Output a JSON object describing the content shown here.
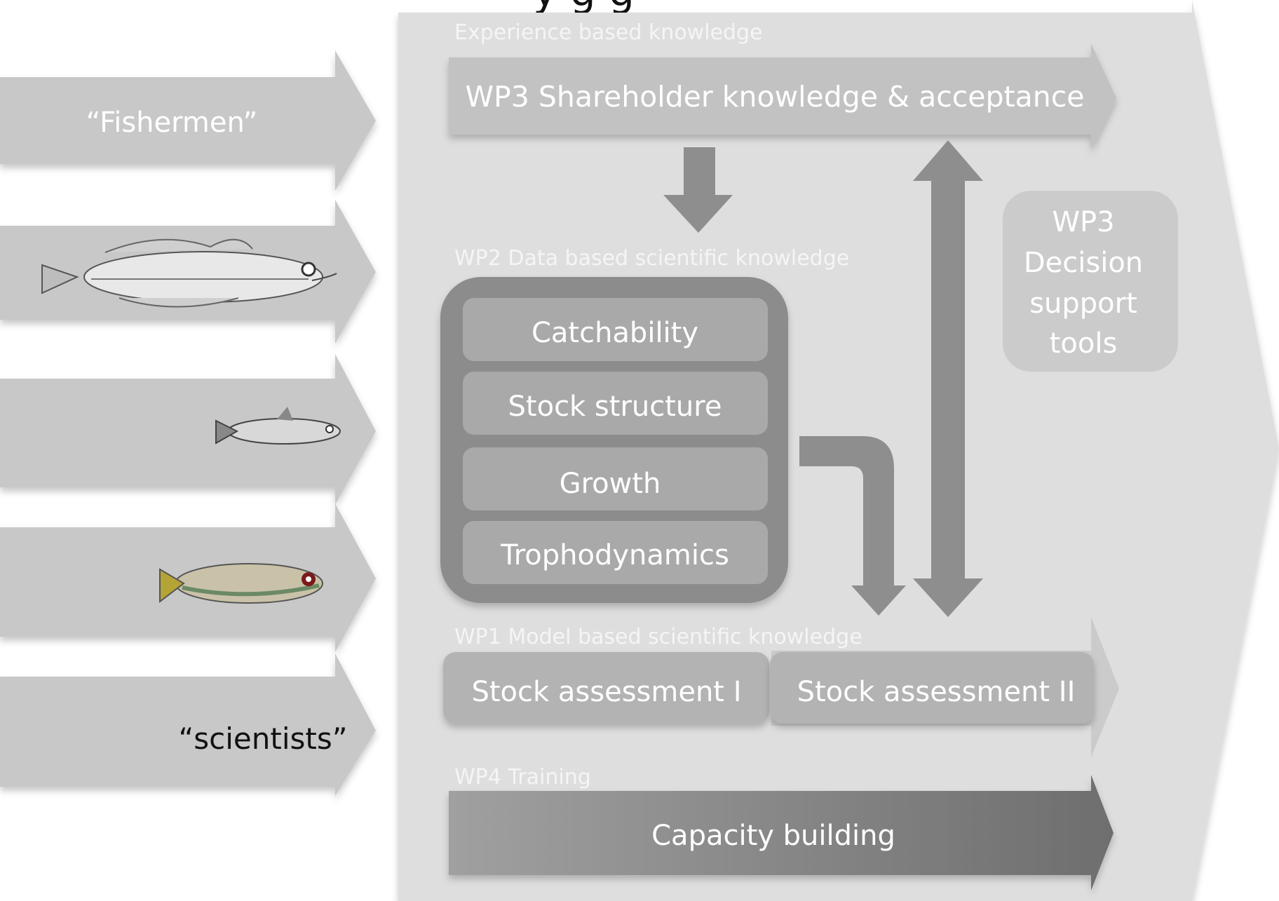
{
  "top_title_fragment": "y                    g   g",
  "left_arrows": [
    {
      "label": "“Fishermen”",
      "kind": "text",
      "color": "#ffffff"
    },
    {
      "label": "",
      "kind": "fish",
      "fish": "cod"
    },
    {
      "label": "",
      "kind": "fish",
      "fish": "sardine"
    },
    {
      "label": "",
      "kind": "fish",
      "fish": "mackerel"
    },
    {
      "label": "“scientists”",
      "kind": "text",
      "color": "#111111"
    }
  ],
  "sections": {
    "experience": "Experience based knowledge",
    "wp2": "WP2 Data based scientific knowledge",
    "wp1": "WP1 Model based scientific knowledge",
    "wp4": "WP4 Training"
  },
  "wp3_arrow": "WP3 Shareholder knowledge & acceptance",
  "wp2_items": [
    "Catchability",
    "Stock structure",
    "Growth",
    "Trophodynamics"
  ],
  "wp3_decision": [
    "WP3",
    "Decision",
    "support",
    "tools"
  ],
  "assessments": [
    "Stock assessment I",
    "Stock assessment II"
  ],
  "capacity": "Capacity building",
  "colors": {
    "panel": "#dedede",
    "left_arrow": "#c8c8c8",
    "wp3_arrow": "#c2c2c2",
    "wp2_outer": "#8c8c8c",
    "wp2_item": "#a9a9a9",
    "connector_arrow": "#8e8e8e",
    "decision_box": "#cbcbcb",
    "assessment": "#b3b3b3",
    "capacity_dark": "#6e6e6e",
    "capacity_light": "#a0a0a0",
    "label_on_panel": "#f5f5f5"
  }
}
